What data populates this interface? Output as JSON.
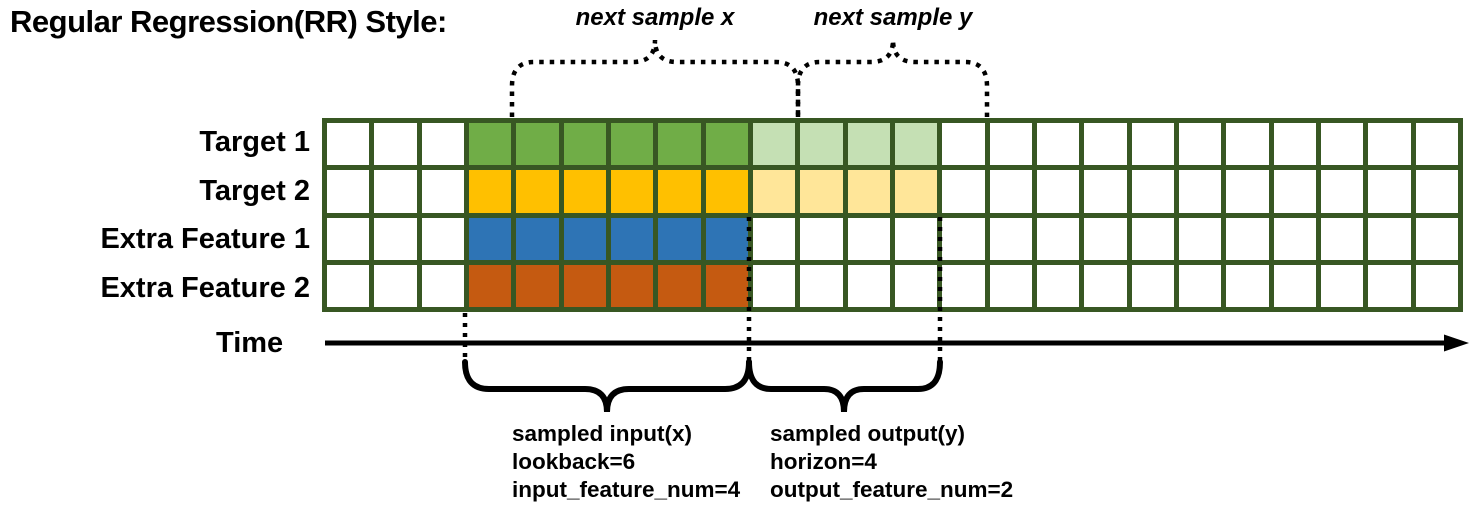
{
  "title": "Regular Regression(RR) Style:",
  "colors": {
    "grid_border": "#385723",
    "target1_lookback": "#70ad47",
    "target1_horizon": "#c5e0b4",
    "target2_lookback": "#ffc000",
    "target2_horizon": "#ffe699",
    "extra_feature1_lookback": "#2e74b5",
    "extra_feature2_lookback": "#c55a11",
    "annotation": "#000000"
  },
  "grid": {
    "layout": {
      "total_cols": 24,
      "pre_cols": 3,
      "lookback": 6,
      "horizon": 4
    },
    "rows": [
      {
        "label": "Target 1",
        "lookback_color": "#70ad47",
        "horizon_color": "#c5e0b4"
      },
      {
        "label": "Target 2",
        "lookback_color": "#ffc000",
        "horizon_color": "#ffe699"
      },
      {
        "label": "Extra Feature 1",
        "lookback_color": "#2e74b5",
        "horizon_color": null
      },
      {
        "label": "Extra Feature 2",
        "lookback_color": "#c55a11",
        "horizon_color": null
      }
    ]
  },
  "annotations": {
    "next_sample_x": "next sample x",
    "next_sample_y": "next sample y",
    "time_label": "Time",
    "input_block": [
      "sampled input(x)",
      "lookback=6",
      "input_feature_num=4"
    ],
    "output_block": [
      "sampled output(y)",
      "horizon=4",
      "output_feature_num=2"
    ]
  }
}
